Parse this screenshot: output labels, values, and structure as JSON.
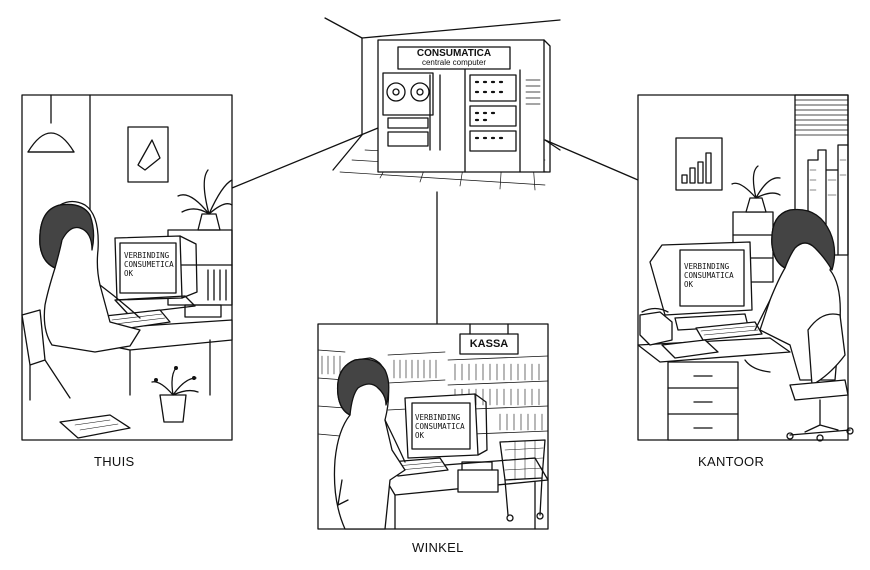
{
  "central": {
    "title": "CONSUMATICA",
    "subtitle": "centrale computer"
  },
  "panels": {
    "thuis": {
      "label": "THUIS",
      "screen": [
        "VERBINDING",
        "CONSUMETICA",
        "OK"
      ]
    },
    "winkel": {
      "label": "WINKEL",
      "sign": "KASSA",
      "screen": [
        "VERBINDING",
        "CONSUMATICA",
        "OK"
      ]
    },
    "kantoor": {
      "label": "KANTOOR",
      "screen": [
        "VERBINDING",
        "CONSUMATICA",
        "OK"
      ]
    }
  }
}
